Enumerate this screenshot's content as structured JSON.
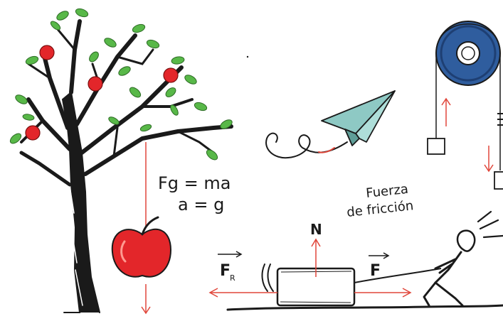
{
  "equations": {
    "line1": "Fg = ma",
    "line2": "a = g"
  },
  "friction_label": {
    "line1": "Fuerza",
    "line2": "de fricción"
  },
  "vector_labels": {
    "normal": "N",
    "friction": "F",
    "friction_subscript": "R",
    "applied": "F"
  },
  "colors": {
    "ink": "#1a1a1a",
    "arrow_red": "#e0463a",
    "apple_red": "#e3262a",
    "leaf_green": "#58b848",
    "plane_teal": "#8ec9c4",
    "pulley_blue": "#2f5d9e"
  },
  "icons": [
    "apple-tree-icon",
    "falling-apple-icon",
    "paper-plane-icon",
    "pulley-icon",
    "box-icon",
    "stick-person-icon"
  ]
}
